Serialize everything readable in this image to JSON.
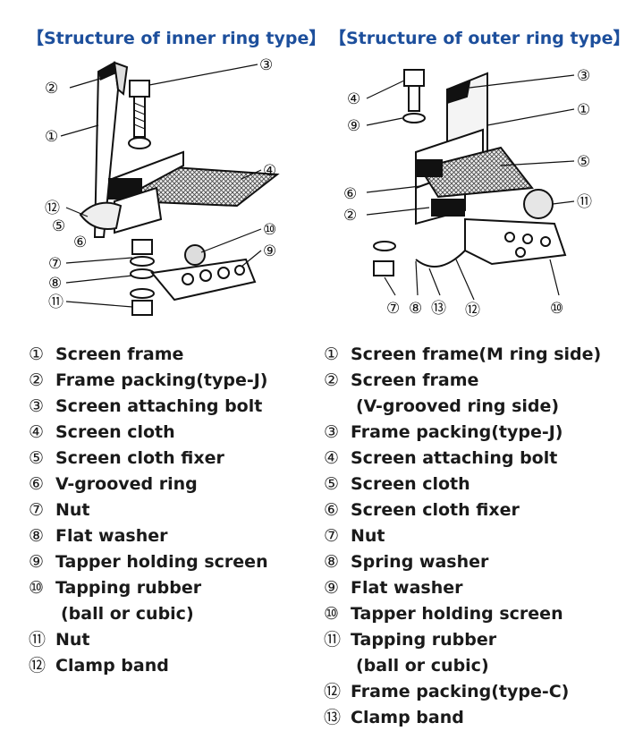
{
  "left": {
    "title": "【Structure of inner ring type】",
    "callouts": [
      "②",
      "③",
      "①",
      "④",
      "⑫",
      "⑤",
      "⑥",
      "⑩",
      "⑨",
      "⑦",
      "⑧",
      "⑪"
    ],
    "legend": [
      {
        "num": "①",
        "text": "Screen frame"
      },
      {
        "num": "②",
        "text": "Frame packing(type-J)"
      },
      {
        "num": "③",
        "text": "Screen attaching bolt"
      },
      {
        "num": "④",
        "text": "Screen cloth"
      },
      {
        "num": "⑤",
        "text": "Screen cloth fixer"
      },
      {
        "num": "⑥",
        "text": "V-grooved ring"
      },
      {
        "num": "⑦",
        "text": "Nut"
      },
      {
        "num": "⑧",
        "text": "Flat washer"
      },
      {
        "num": "⑨",
        "text": "Tapper holding screen"
      },
      {
        "num": "⑩",
        "text": "Tapping rubber"
      },
      {
        "num": "",
        "text": "(ball or cubic)"
      },
      {
        "num": "⑪",
        "text": "Nut"
      },
      {
        "num": "⑫",
        "text": "Clamp band"
      }
    ]
  },
  "right": {
    "title": "【Structure of outer ring type】",
    "callouts": [
      "③",
      "④",
      "①",
      "⑨",
      "⑤",
      "⑥",
      "⑪",
      "②",
      "⑦",
      "⑧",
      "⑬",
      "⑫",
      "⑩"
    ],
    "legend": [
      {
        "num": "①",
        "text": "Screen frame(M ring side)"
      },
      {
        "num": "②",
        "text": "Screen frame"
      },
      {
        "num": "",
        "text": "(V-grooved ring side)"
      },
      {
        "num": "③",
        "text": "Frame packing(type-J)"
      },
      {
        "num": "④",
        "text": "Screen attaching bolt"
      },
      {
        "num": "⑤",
        "text": "Screen cloth"
      },
      {
        "num": "⑥",
        "text": "Screen cloth fixer"
      },
      {
        "num": "⑦",
        "text": "Nut"
      },
      {
        "num": "⑧",
        "text": "Spring washer"
      },
      {
        "num": "⑨",
        "text": "Flat washer"
      },
      {
        "num": "⑩",
        "text": "Tapper holding screen"
      },
      {
        "num": "⑪",
        "text": "Tapping rubber"
      },
      {
        "num": "",
        "text": "(ball or cubic)"
      },
      {
        "num": "⑫",
        "text": "Frame packing(type-C)"
      },
      {
        "num": "⑬",
        "text": "Clamp band"
      }
    ]
  }
}
